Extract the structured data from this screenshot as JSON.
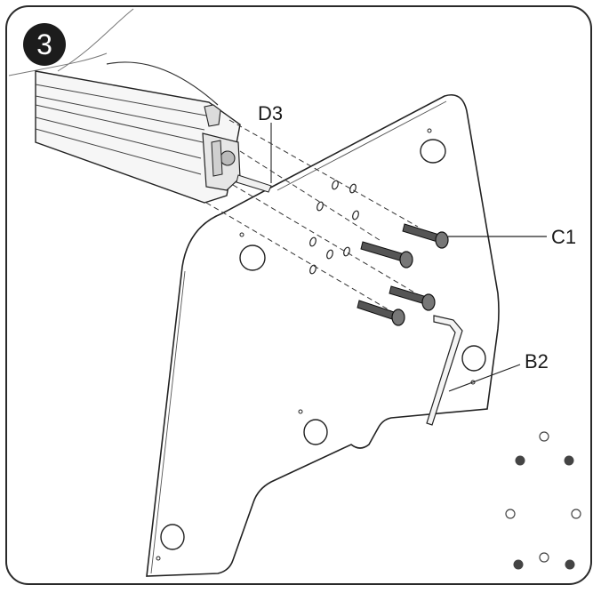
{
  "step": {
    "number": "3"
  },
  "labels": {
    "d3": "D3",
    "c1": "C1",
    "b2": "B2"
  },
  "colors": {
    "frame": "#2a2a2a",
    "badge": "#1c1c1c",
    "line": "#333333"
  }
}
